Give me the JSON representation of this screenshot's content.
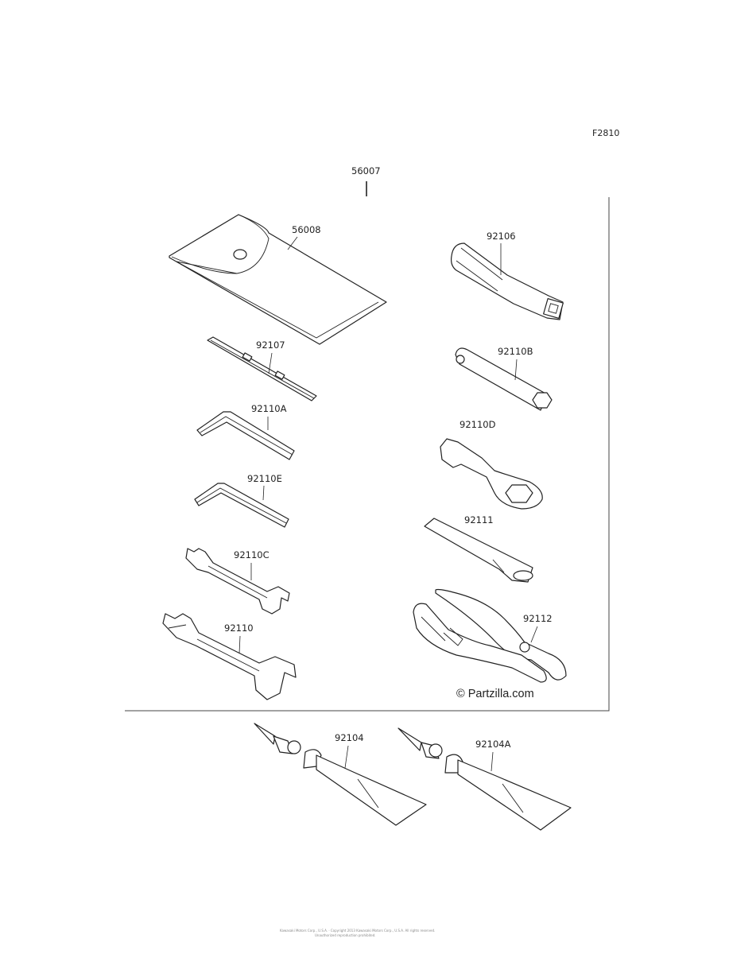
{
  "diagram": {
    "ref_code": "F2810",
    "assembly_number": "56007",
    "watermark": "© Partzilla.com",
    "footer_text_line1": "Kawasaki Motors Corp., U.S.A. · Copyright 2013 Kawasaki Motors Corp., U.S.A. All rights reserved.",
    "footer_text_line2": "Unauthorized reproduction prohibited.",
    "parts": [
      {
        "id": "p56008",
        "number": "56008",
        "icon": "tool-pouch-icon"
      },
      {
        "id": "p92107",
        "number": "92107",
        "icon": "screwdriver-bit-icon"
      },
      {
        "id": "p92110A",
        "number": "92110A",
        "icon": "hex-key-icon"
      },
      {
        "id": "p92110E",
        "number": "92110E",
        "icon": "hex-key-icon"
      },
      {
        "id": "p92110C",
        "number": "92110C",
        "icon": "open-end-wrench-icon"
      },
      {
        "id": "p92110",
        "number": "92110",
        "icon": "open-end-wrench-icon"
      },
      {
        "id": "p92106",
        "number": "92106",
        "icon": "screwdriver-handle-icon"
      },
      {
        "id": "p92110B",
        "number": "92110B",
        "icon": "box-wrench-icon"
      },
      {
        "id": "p92110D",
        "number": "92110D",
        "icon": "ring-wrench-icon"
      },
      {
        "id": "p92111",
        "number": "92111",
        "icon": "extension-bar-icon"
      },
      {
        "id": "p92112",
        "number": "92112",
        "icon": "pliers-icon"
      },
      {
        "id": "p92104",
        "number": "92104",
        "icon": "grease-tube-icon"
      },
      {
        "id": "p92104A",
        "number": "92104A",
        "icon": "grease-tube-icon"
      }
    ]
  }
}
